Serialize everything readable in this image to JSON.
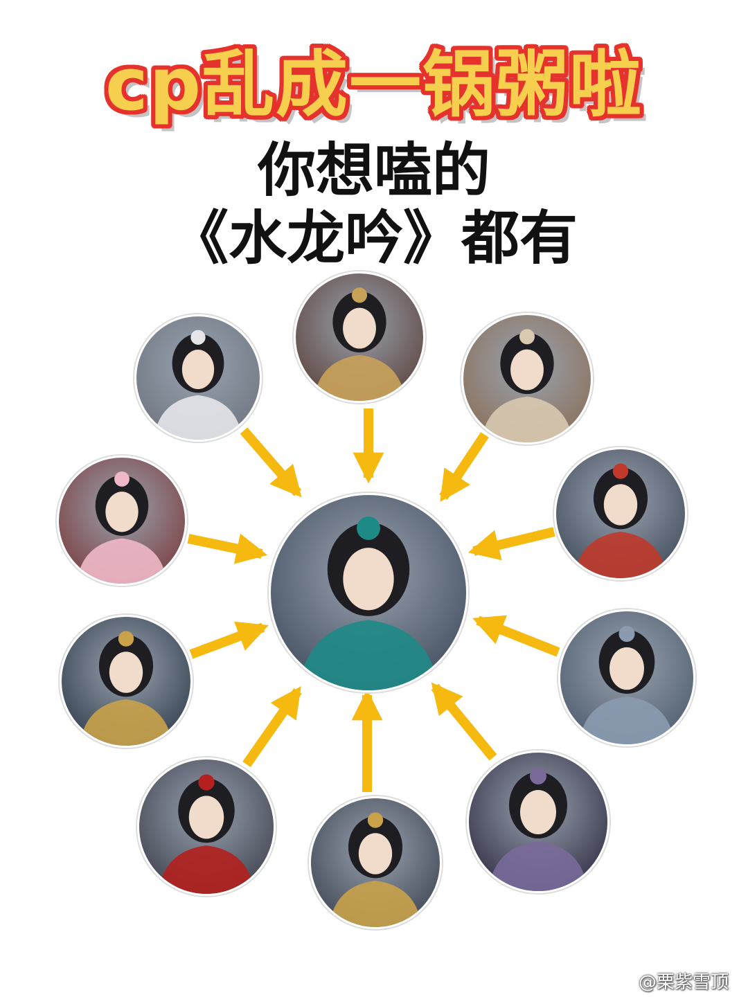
{
  "title": "cp乱成一锅粥啦",
  "subtitle_line1": "你想嗑的",
  "subtitle_line2": "《水龙吟》都有",
  "watermark": {
    "handle": "@栗紫雪顶",
    "icon": "weibo-icon"
  },
  "colors": {
    "title_fill": "#f7cf4f",
    "title_stroke": "#e5322d",
    "arrow": "#f5b90f",
    "text": "#111111"
  },
  "portraits": [
    {
      "id": "center",
      "tone": "#3e4a5c",
      "accent": "#1e8a86"
    },
    {
      "id": "top-left",
      "tone": "#6d7480",
      "accent": "#e6e6ea"
    },
    {
      "id": "top",
      "tone": "#5a4038",
      "accent": "#c9a25a"
    },
    {
      "id": "top-right",
      "tone": "#8a6e56",
      "accent": "#d9c9b0"
    },
    {
      "id": "left-upper",
      "tone": "#7a3a3a",
      "accent": "#f0b8c6"
    },
    {
      "id": "right-upper",
      "tone": "#3f4a5a",
      "accent": "#c0392b"
    },
    {
      "id": "left-lower",
      "tone": "#2e3a4a",
      "accent": "#c9a24a"
    },
    {
      "id": "right-lower",
      "tone": "#4b5a6c",
      "accent": "#8a9bb0"
    },
    {
      "id": "bottom-left",
      "tone": "#3c3f4c",
      "accent": "#b3201e"
    },
    {
      "id": "bottom",
      "tone": "#3b4250",
      "accent": "#c9a24a"
    },
    {
      "id": "bottom-right",
      "tone": "#2c2a40",
      "accent": "#7a6a9a"
    }
  ]
}
